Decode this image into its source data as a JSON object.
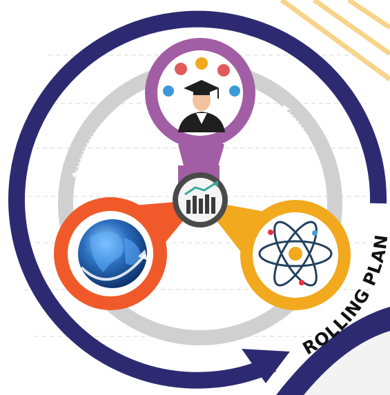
{
  "banner": {
    "label": "ROLLING PLAN"
  },
  "colors": {
    "outer_ring": "#2e2a72",
    "inner_ring": "#d0d0d0",
    "top_node": "#a25ea5",
    "left_node": "#f05a2a",
    "right_node": "#f2a91e",
    "hub": "#3a3a3a",
    "stripes": "#f7d48a"
  },
  "nodes": [
    {
      "id": "top",
      "icon": "graduate-icon"
    },
    {
      "id": "left",
      "icon": "globe-icon"
    },
    {
      "id": "right",
      "icon": "atom-icon"
    }
  ],
  "hub": {
    "icon": "bar-chart-trend-icon"
  }
}
